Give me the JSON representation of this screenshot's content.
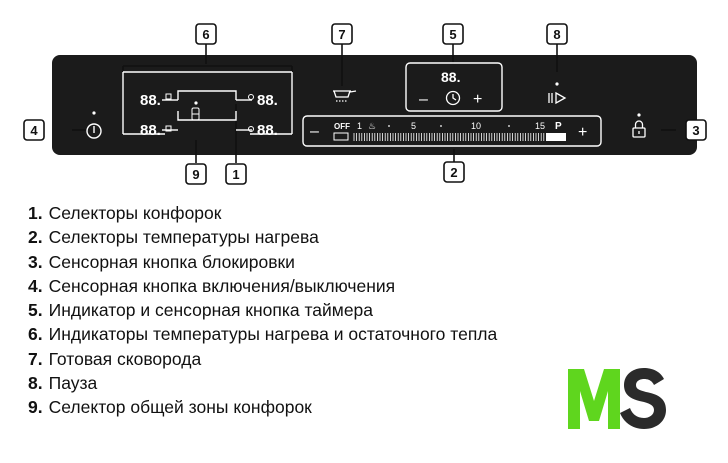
{
  "panel": {
    "colors": {
      "panel": "#1b1b1b",
      "line": "#ffffff",
      "text": "#ffffff"
    },
    "power_icon": "power-icon",
    "lock_icon": "lock-icon",
    "pan_icon": "frying-pan-icon",
    "pause_icon": "pause-play-icon",
    "zone_indicators": [
      "88.",
      "88.",
      "88.",
      "88."
    ],
    "timer_display": "88.",
    "timer_minus": "–",
    "timer_plus": "+",
    "slider_minus": "–",
    "slider_plus": "+",
    "slider_off": "OFF",
    "slider_scale": [
      "1",
      "5",
      "10",
      "15",
      "P"
    ]
  },
  "callouts": [
    "1",
    "2",
    "3",
    "4",
    "5",
    "6",
    "7",
    "8",
    "9"
  ],
  "legend": [
    {
      "num": "1.",
      "text": "Селекторы конфорок"
    },
    {
      "num": "2.",
      "text": "Селекторы температуры нагрева"
    },
    {
      "num": "3.",
      "text": "Сенсорная кнопка блокировки"
    },
    {
      "num": "4.",
      "text": "Сенсорная кнопка включения/выключения"
    },
    {
      "num": "5.",
      "text": "Индикатор и сенсорная кнопка таймера"
    },
    {
      "num": "6.",
      "text": "Индикаторы температуры нагрева и остаточного тепла"
    },
    {
      "num": "7.",
      "text": "Готовая сковорода"
    },
    {
      "num": "8.",
      "text": "Пауза"
    },
    {
      "num": "9.",
      "text": "Селектор общей зоны конфорок"
    }
  ],
  "logo": {
    "letters": "MS",
    "color_m": "#5fd61e",
    "color_s": "#2b2b2b"
  }
}
